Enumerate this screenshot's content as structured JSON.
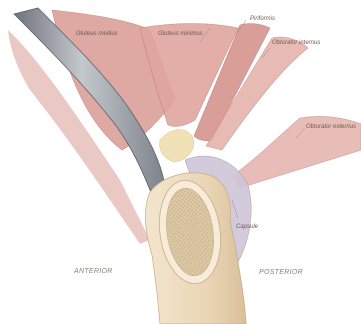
{
  "labels": {
    "gluteus_medius": "Gluteus medius",
    "gluteus_minimus": "Gluteus minimus",
    "piriformis": "Piriformis",
    "obturator_internus": "Obturator internus",
    "obturator_externus": "Obturator externus",
    "capsule": "Capsule"
  },
  "sides": {
    "anterior": "ANTERIOR",
    "posterior": "POSTERIOR"
  },
  "colors": {
    "muscle": "#d9958f",
    "muscle_light": "#ecc2bc",
    "bone": "#eedcc0",
    "marrow": "#d9c6a2",
    "retractor": "#8d9299",
    "capsule": "#cfc7d6"
  }
}
